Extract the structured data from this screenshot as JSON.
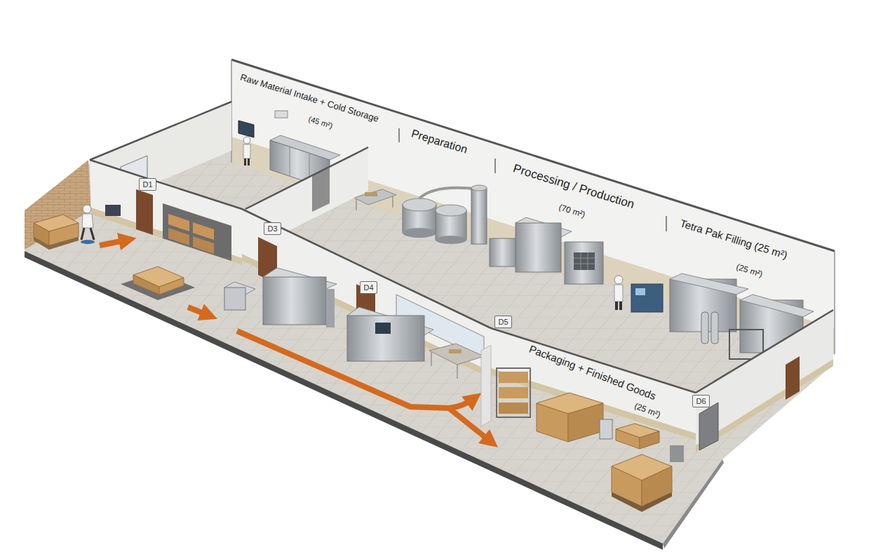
{
  "diagram": {
    "nodes": [
      {
        "text": [
          "D1"
        ]
      },
      {
        "text": [
          "D3"
        ]
      },
      {
        "text": [
          "D4"
        ]
      },
      {
        "text": [
          "D5"
        ]
      },
      {
        "text": [
          "D6"
        ]
      }
    ],
    "labels": [
      "Raw Material Intake + Cold Storage",
      "(45 m²)",
      "Preparation",
      "Processing / Production",
      "(70 m²)",
      "Tetra Pak Filling (25 m²)",
      "(25 m²)",
      "Packaging + Finished Goods",
      "(25 m²)"
    ]
  }
}
